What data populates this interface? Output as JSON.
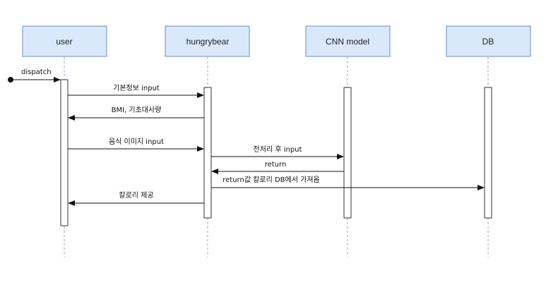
{
  "diagram": {
    "participants": [
      {
        "id": "user",
        "label": "user"
      },
      {
        "id": "hungrybear",
        "label": "hungrybear"
      },
      {
        "id": "cnn",
        "label": "CNN model"
      },
      {
        "id": "db",
        "label": "DB"
      }
    ],
    "messages": [
      {
        "label": "dispatch",
        "from": "start",
        "to": "user"
      },
      {
        "label": "기본정보 input",
        "from": "user",
        "to": "hungrybear"
      },
      {
        "label": "BMI, 기초대사량",
        "from": "hungrybear",
        "to": "user"
      },
      {
        "label": "음식 이미지 input",
        "from": "user",
        "to": "hungrybear"
      },
      {
        "label": "전처리 후 input",
        "from": "hungrybear",
        "to": "cnn"
      },
      {
        "label": "return",
        "from": "cnn",
        "to": "hungrybear"
      },
      {
        "label": "return값 칼로리 DB에서 가져옴",
        "from": "hungrybear",
        "to": "db"
      },
      {
        "label": "칼로리 제공",
        "from": "hungrybear",
        "to": "user"
      }
    ],
    "colors": {
      "participant_fill": "#dae8fc",
      "participant_stroke": "#6c8ebf",
      "lifeline": "#8fa2b8",
      "arrow": "#111111"
    }
  }
}
